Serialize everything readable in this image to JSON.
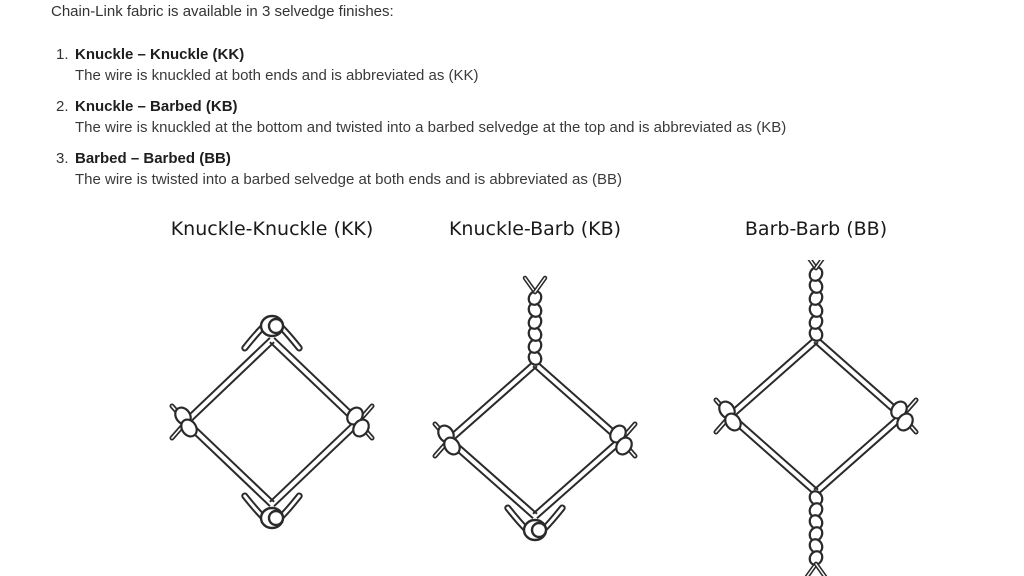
{
  "intro_text": "Chain-Link fabric is available in 3 selvedge finishes:",
  "finishes": [
    {
      "number": "1.",
      "title": "Knuckle – Knuckle (KK)",
      "description": "The wire is knuckled at both ends and is abbreviated as (KK)"
    },
    {
      "number": "2.",
      "title": "Knuckle – Barbed (KB)",
      "description": "The wire is knuckled at the bottom and twisted into a barbed selvedge at the top and is abbreviated as (KB)"
    },
    {
      "number": "3.",
      "title": "Barbed – Barbed (BB)",
      "description": "The wire is twisted into a barbed selvedge at both ends and is abbreviated as (BB)"
    }
  ],
  "diagrams": {
    "kk": {
      "caption": "Knuckle-Knuckle (KK)",
      "top": "knuckle",
      "bottom": "knuckle"
    },
    "kb": {
      "caption": "Knuckle-Barb (KB)",
      "top": "barb",
      "bottom": "knuckle"
    },
    "bb": {
      "caption": "Barb-Barb (BB)",
      "top": "barb",
      "bottom": "barb"
    }
  },
  "colors": {
    "text": "#333333",
    "title": "#1e1e1e",
    "wire_stroke": "#2a2a2a",
    "wire_fill": "#ffffff"
  }
}
